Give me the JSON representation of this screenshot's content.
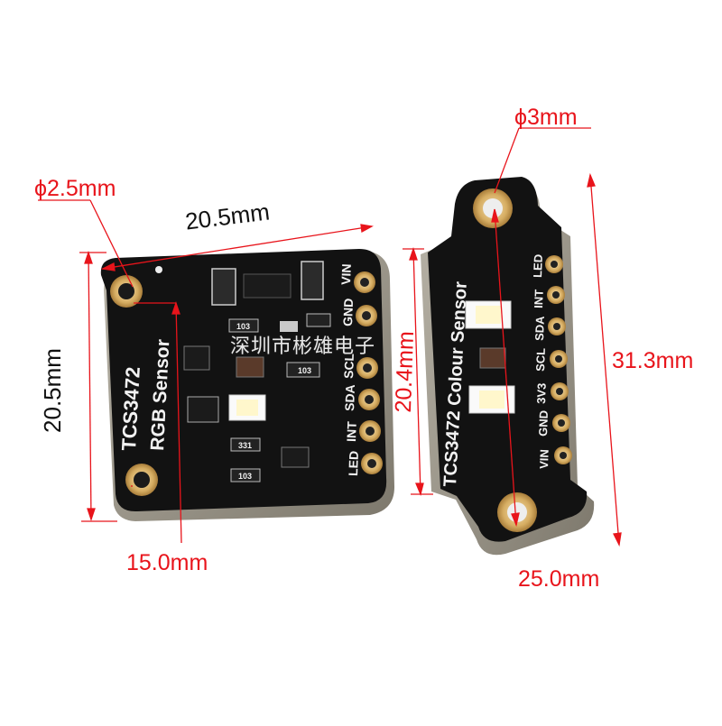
{
  "labels": {
    "left_hole": "ϕ2.5mm",
    "left_width": "20.5mm",
    "left_height": "20.5mm",
    "left_hole_spacing": "15.0mm",
    "right_hole": "ϕ3mm",
    "right_width": "20.4mm",
    "right_height": "31.3mm",
    "right_hole_spacing": "25.0mm"
  },
  "left_board": {
    "title": "TCS3472",
    "subtitle": "RGB Sensor",
    "pins": [
      "VIN",
      "GND",
      "SCL",
      "SDA",
      "INT",
      "LED"
    ],
    "resistor_codes": [
      "103",
      "103",
      "103",
      "331"
    ]
  },
  "right_board": {
    "title": "TCS3472 Colour Sensor",
    "pins": [
      "VIN",
      "GND",
      "3V3",
      "SCL",
      "SDA",
      "INT",
      "LED"
    ]
  },
  "watermark": "深圳市彬雄电子",
  "colors": {
    "dimension": "#e8141b",
    "pcb": "#121212",
    "gold": "#d9b36a"
  }
}
